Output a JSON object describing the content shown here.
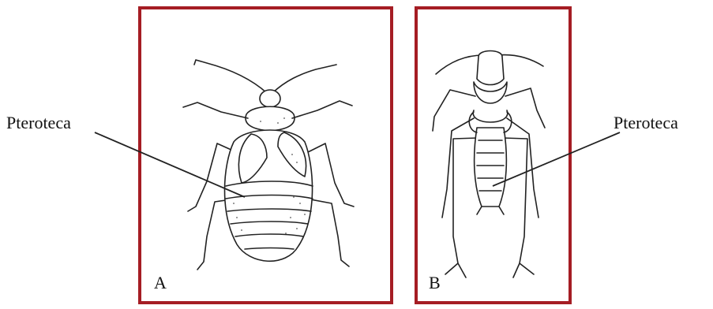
{
  "panels": [
    {
      "letter": "A",
      "callout": "Pteroteca"
    },
    {
      "letter": "B",
      "callout": "Pteroteca"
    }
  ],
  "colors": {
    "frame": "#a51d24",
    "ink": "#222222"
  },
  "figures": {
    "a": "insect-nymph-bug-drawing",
    "b": "insect-nymph-orthopteran-drawing"
  }
}
